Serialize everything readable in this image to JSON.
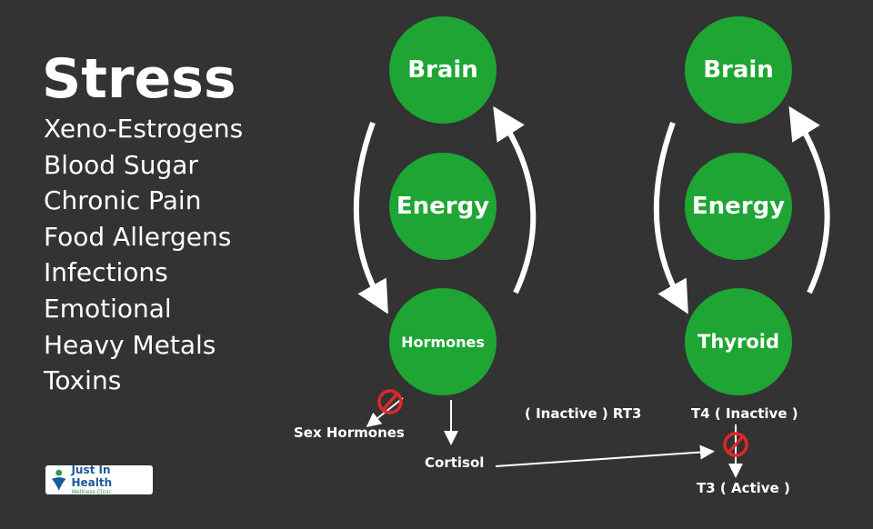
{
  "stress": {
    "title": "Stress",
    "items": [
      "Xeno-Estrogens",
      "Blood Sugar",
      "Chronic Pain",
      "Food Allergens",
      "Infections",
      "Emotional",
      "Heavy Metals",
      "Toxins"
    ]
  },
  "left_cycle": {
    "brain": "Brain",
    "energy": "Energy",
    "bottom": "Hormones"
  },
  "right_cycle": {
    "brain": "Brain",
    "energy": "Energy",
    "bottom": "Thyroid"
  },
  "labels": {
    "sex_hormones": "Sex Hormones",
    "cortisol": "Cortisol",
    "rt3": "( Inactive ) RT3",
    "t4": "T4 ( Inactive )",
    "t3": "T3 ( Active )"
  },
  "logo": {
    "name": "Just In Health",
    "sub": "Wellness Clinic"
  },
  "colors": {
    "background": "#333333",
    "node_green": "#1ea534",
    "block_red": "#e0262b",
    "text": "#ffffff"
  }
}
